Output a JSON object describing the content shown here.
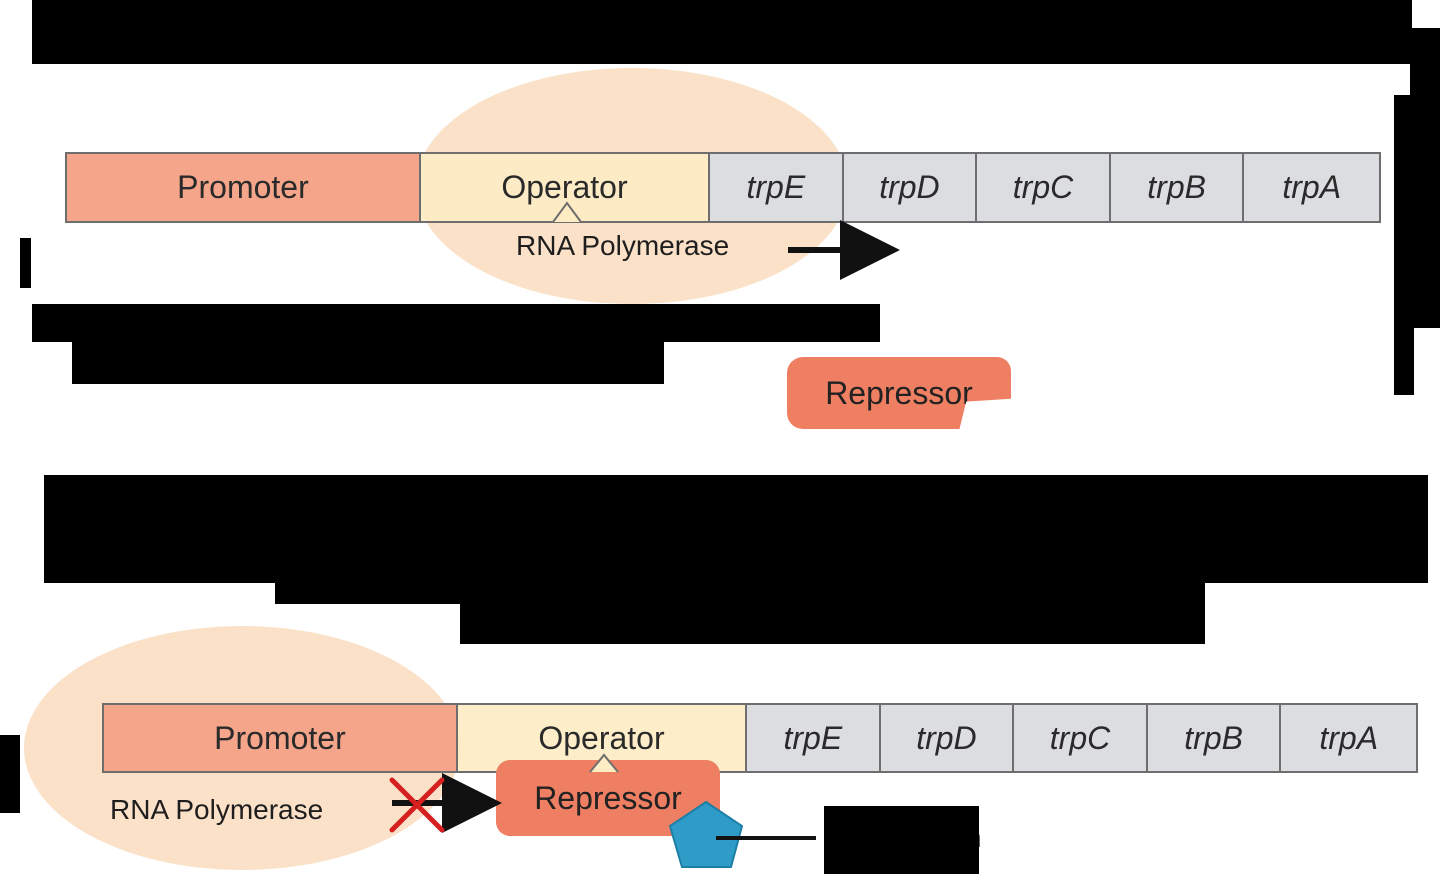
{
  "active": {
    "segments": [
      {
        "label": "Promoter",
        "kind": "promoter"
      },
      {
        "label": "Operator",
        "kind": "operator"
      },
      {
        "label": "trpE",
        "kind": "gene"
      },
      {
        "label": "trpD",
        "kind": "gene"
      },
      {
        "label": "trpC",
        "kind": "gene"
      },
      {
        "label": "trpB",
        "kind": "gene"
      },
      {
        "label": "trpA",
        "kind": "gene"
      }
    ],
    "polymerase_label": "RNA Polymerase",
    "repressor_label": "Repressor"
  },
  "repressed": {
    "segments": [
      {
        "label": "Promoter",
        "kind": "promoter"
      },
      {
        "label": "Operator",
        "kind": "operator"
      },
      {
        "label": "trpE",
        "kind": "gene"
      },
      {
        "label": "trpD",
        "kind": "gene"
      },
      {
        "label": "trpC",
        "kind": "gene"
      },
      {
        "label": "trpB",
        "kind": "gene"
      },
      {
        "label": "trpA",
        "kind": "gene"
      }
    ],
    "polymerase_label": "RNA Polymerase",
    "repressor_label": "Repressor",
    "corepressor_partial_text": "n"
  },
  "colors": {
    "promoter": "#f4a58a",
    "operator": "#fdecc4",
    "gene": "#dcdde0",
    "polymerase": "#fbe1c8",
    "repressor": "#ef7f62",
    "corepressor": "#2f9cc8",
    "block_cross": "#d62020"
  }
}
